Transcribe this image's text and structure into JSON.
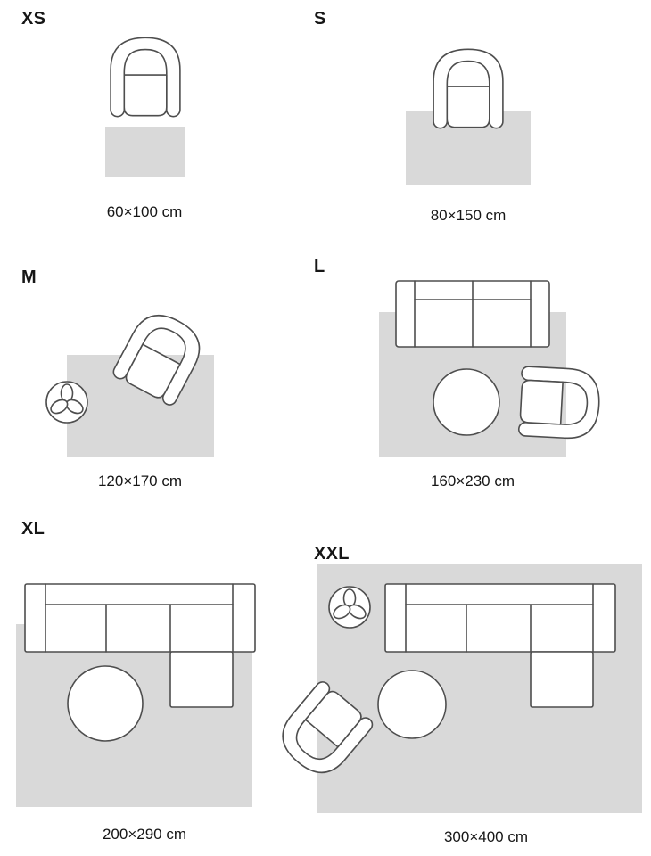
{
  "colors": {
    "background": "#ffffff",
    "rug": "#d9d9d9",
    "outline": "#4e4e4e",
    "furniture_fill": "#ffffff",
    "text": "#161616"
  },
  "sizes": [
    {
      "id": "xs",
      "label": "XS",
      "dimensions": "60×100 cm",
      "furniture": [
        "armchair",
        "rug"
      ]
    },
    {
      "id": "s",
      "label": "S",
      "dimensions": "80×150 cm",
      "furniture": [
        "armchair",
        "rug"
      ]
    },
    {
      "id": "m",
      "label": "M",
      "dimensions": "120×170 cm",
      "furniture": [
        "armchair",
        "plant",
        "rug"
      ]
    },
    {
      "id": "l",
      "label": "L",
      "dimensions": "160×230 cm",
      "furniture": [
        "sofa",
        "coffee-table",
        "armchair",
        "rug"
      ]
    },
    {
      "id": "xl",
      "label": "XL",
      "dimensions": "200×290 cm",
      "furniture": [
        "sectional-sofa",
        "coffee-table",
        "rug"
      ]
    },
    {
      "id": "xxl",
      "label": "XXL",
      "dimensions": "300×400 cm",
      "furniture": [
        "plant",
        "sectional-sofa",
        "coffee-table",
        "armchair",
        "rug"
      ]
    }
  ]
}
